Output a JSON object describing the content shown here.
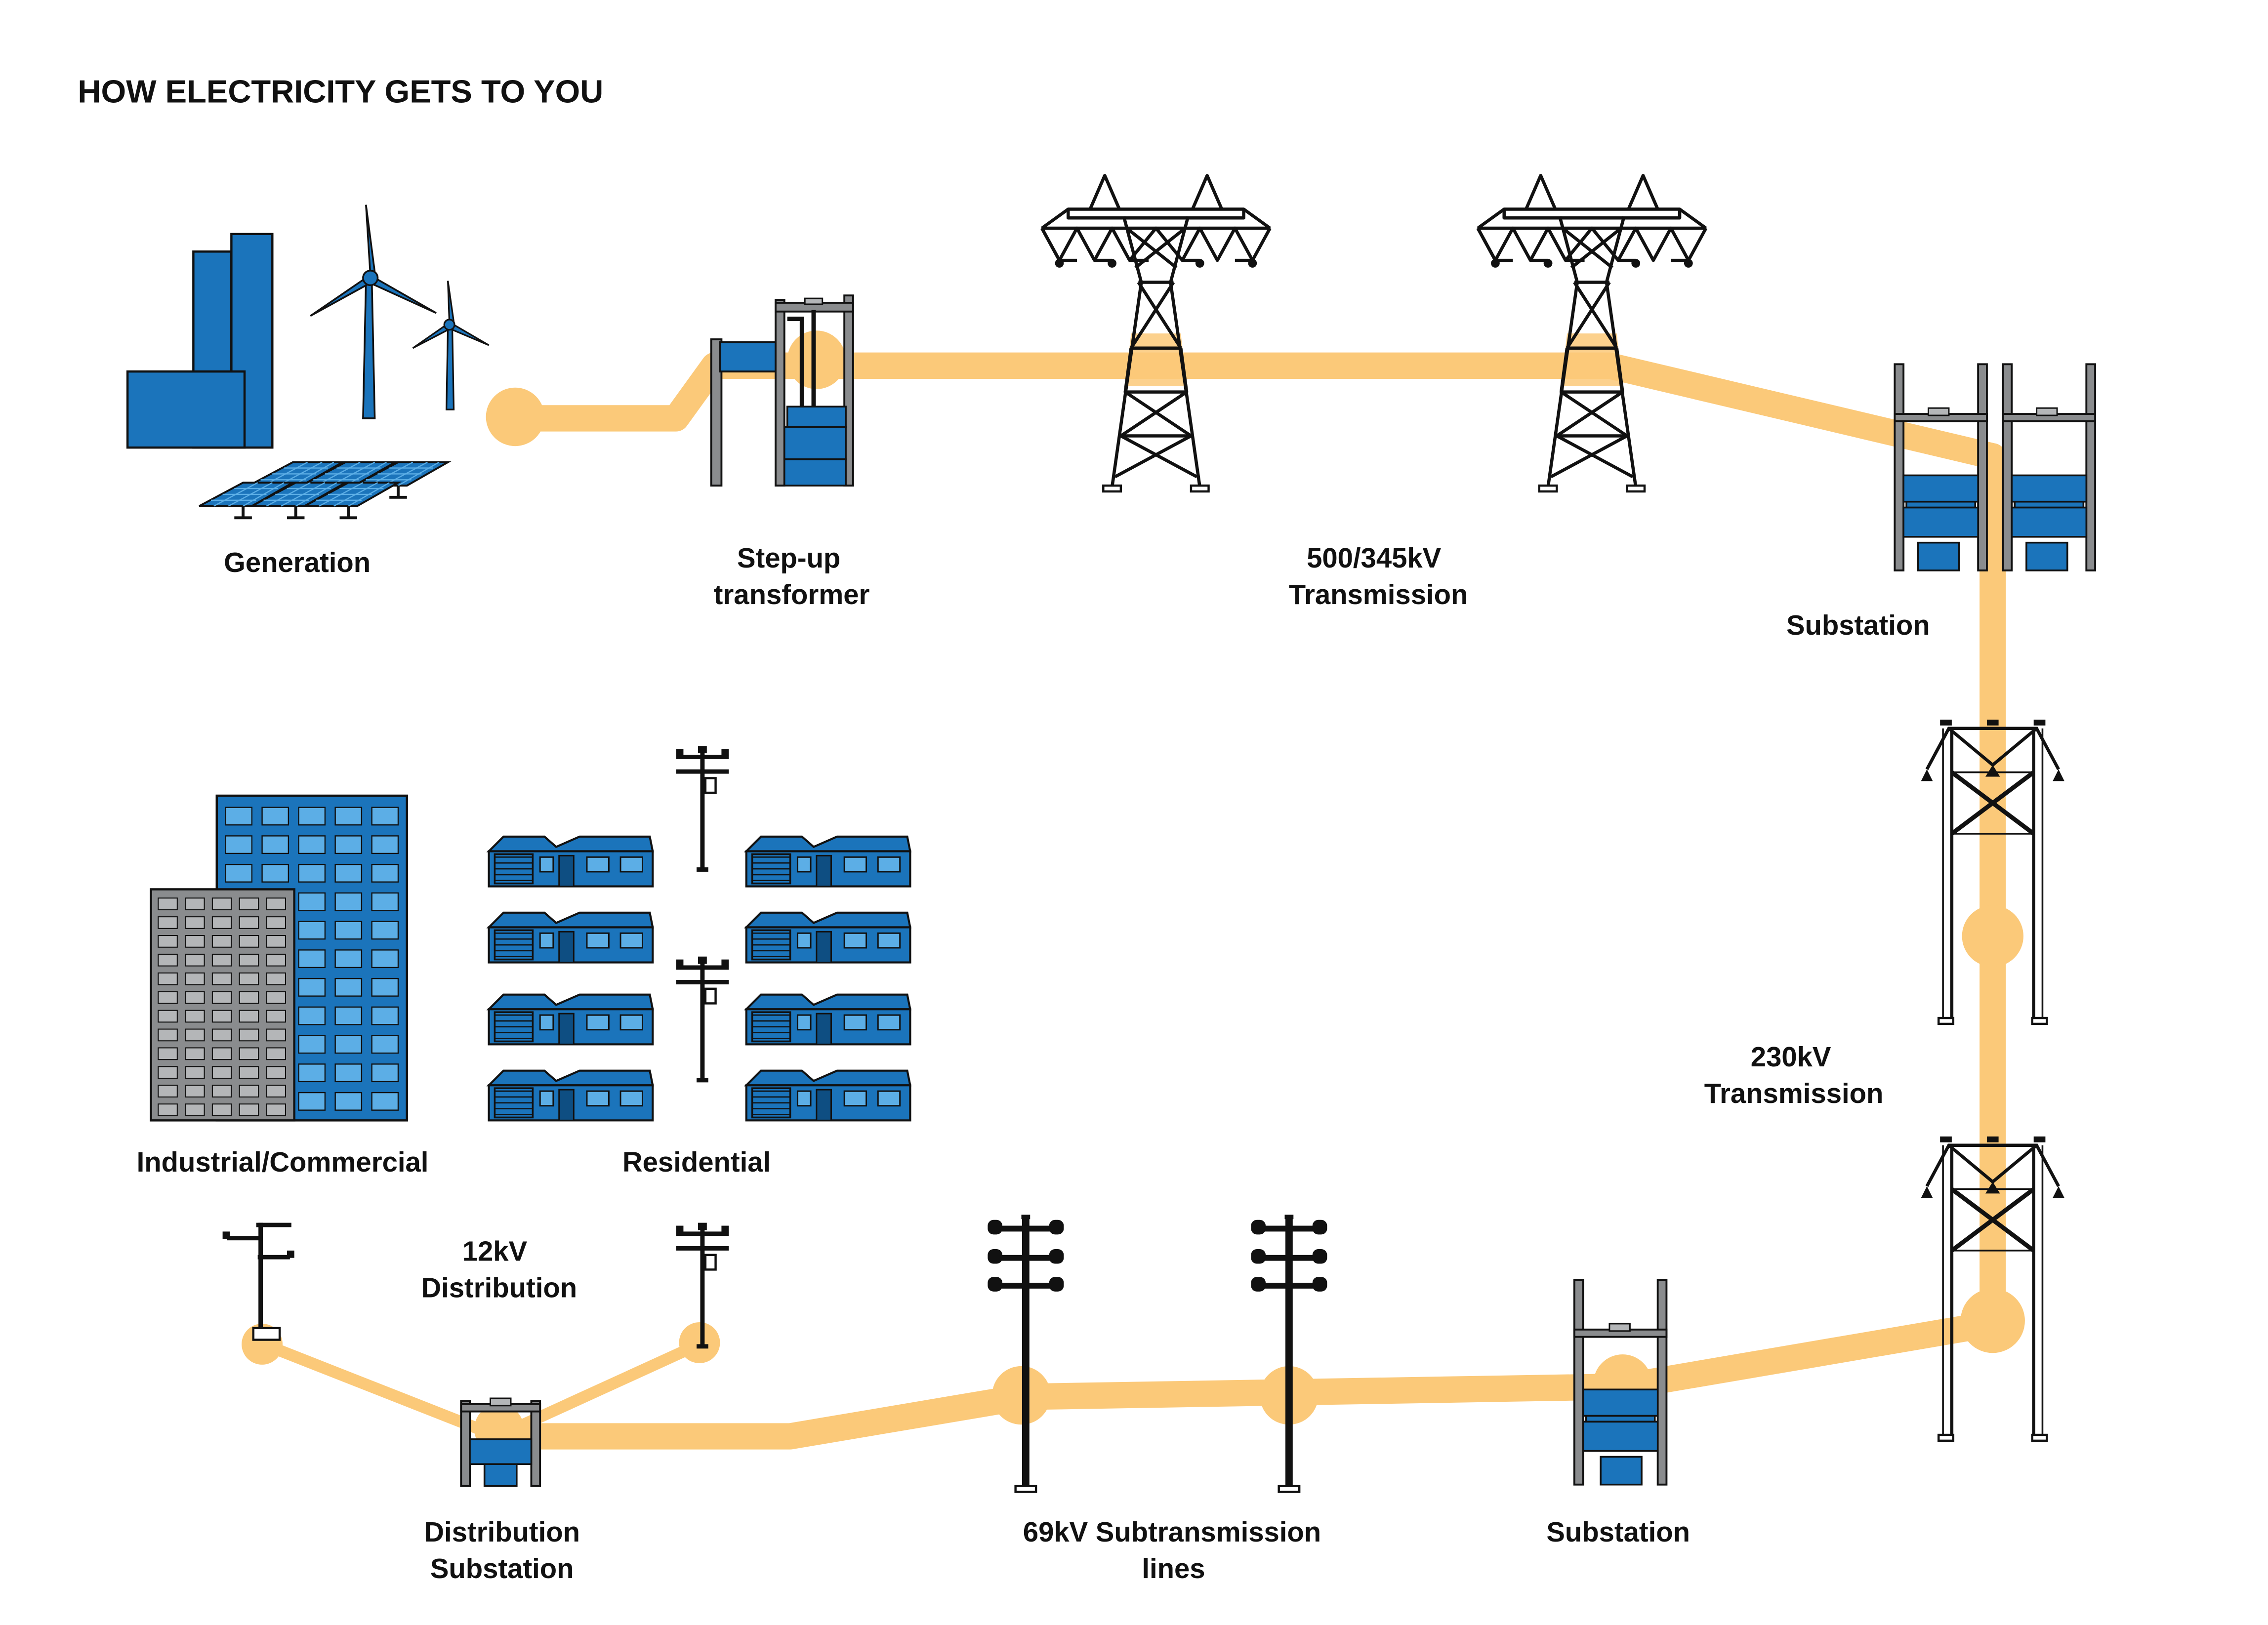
{
  "title": "HOW ELECTRICITY GETS TO YOU",
  "colors": {
    "line": "#FBC979",
    "blue": "#1B74BB",
    "blue_light": "#5CAEE6",
    "gray": "#8A8C8E",
    "gray_light": "#B4B6B8",
    "stroke": "#111111"
  },
  "labels": {
    "generation": "Generation",
    "step_up_1": "Step-up",
    "step_up_2": "transformer",
    "trans500_1": "500/345kV",
    "trans500_2": "Transmission",
    "substation_top": "Substation",
    "trans230_1": "230kV",
    "trans230_2": "Transmission",
    "substation_bottom": "Substation",
    "subtrans_1": "69kV Subtransmission",
    "subtrans_2": "lines",
    "dist_sub_1": "Distribution",
    "dist_sub_2": "Substation",
    "dist12_1": "12kV",
    "dist12_2": "Distribution",
    "industrial": "Industrial/Commercial",
    "residential": "Residential"
  },
  "icons": [
    "power-plant-icon",
    "wind-turbine-icon",
    "solar-panel-icon",
    "step-up-transformer-icon",
    "transmission-tower-icon",
    "substation-icon",
    "h-frame-tower-icon",
    "subtransmission-pole-icon",
    "distribution-pole-icon",
    "office-building-icon",
    "house-icon"
  ]
}
